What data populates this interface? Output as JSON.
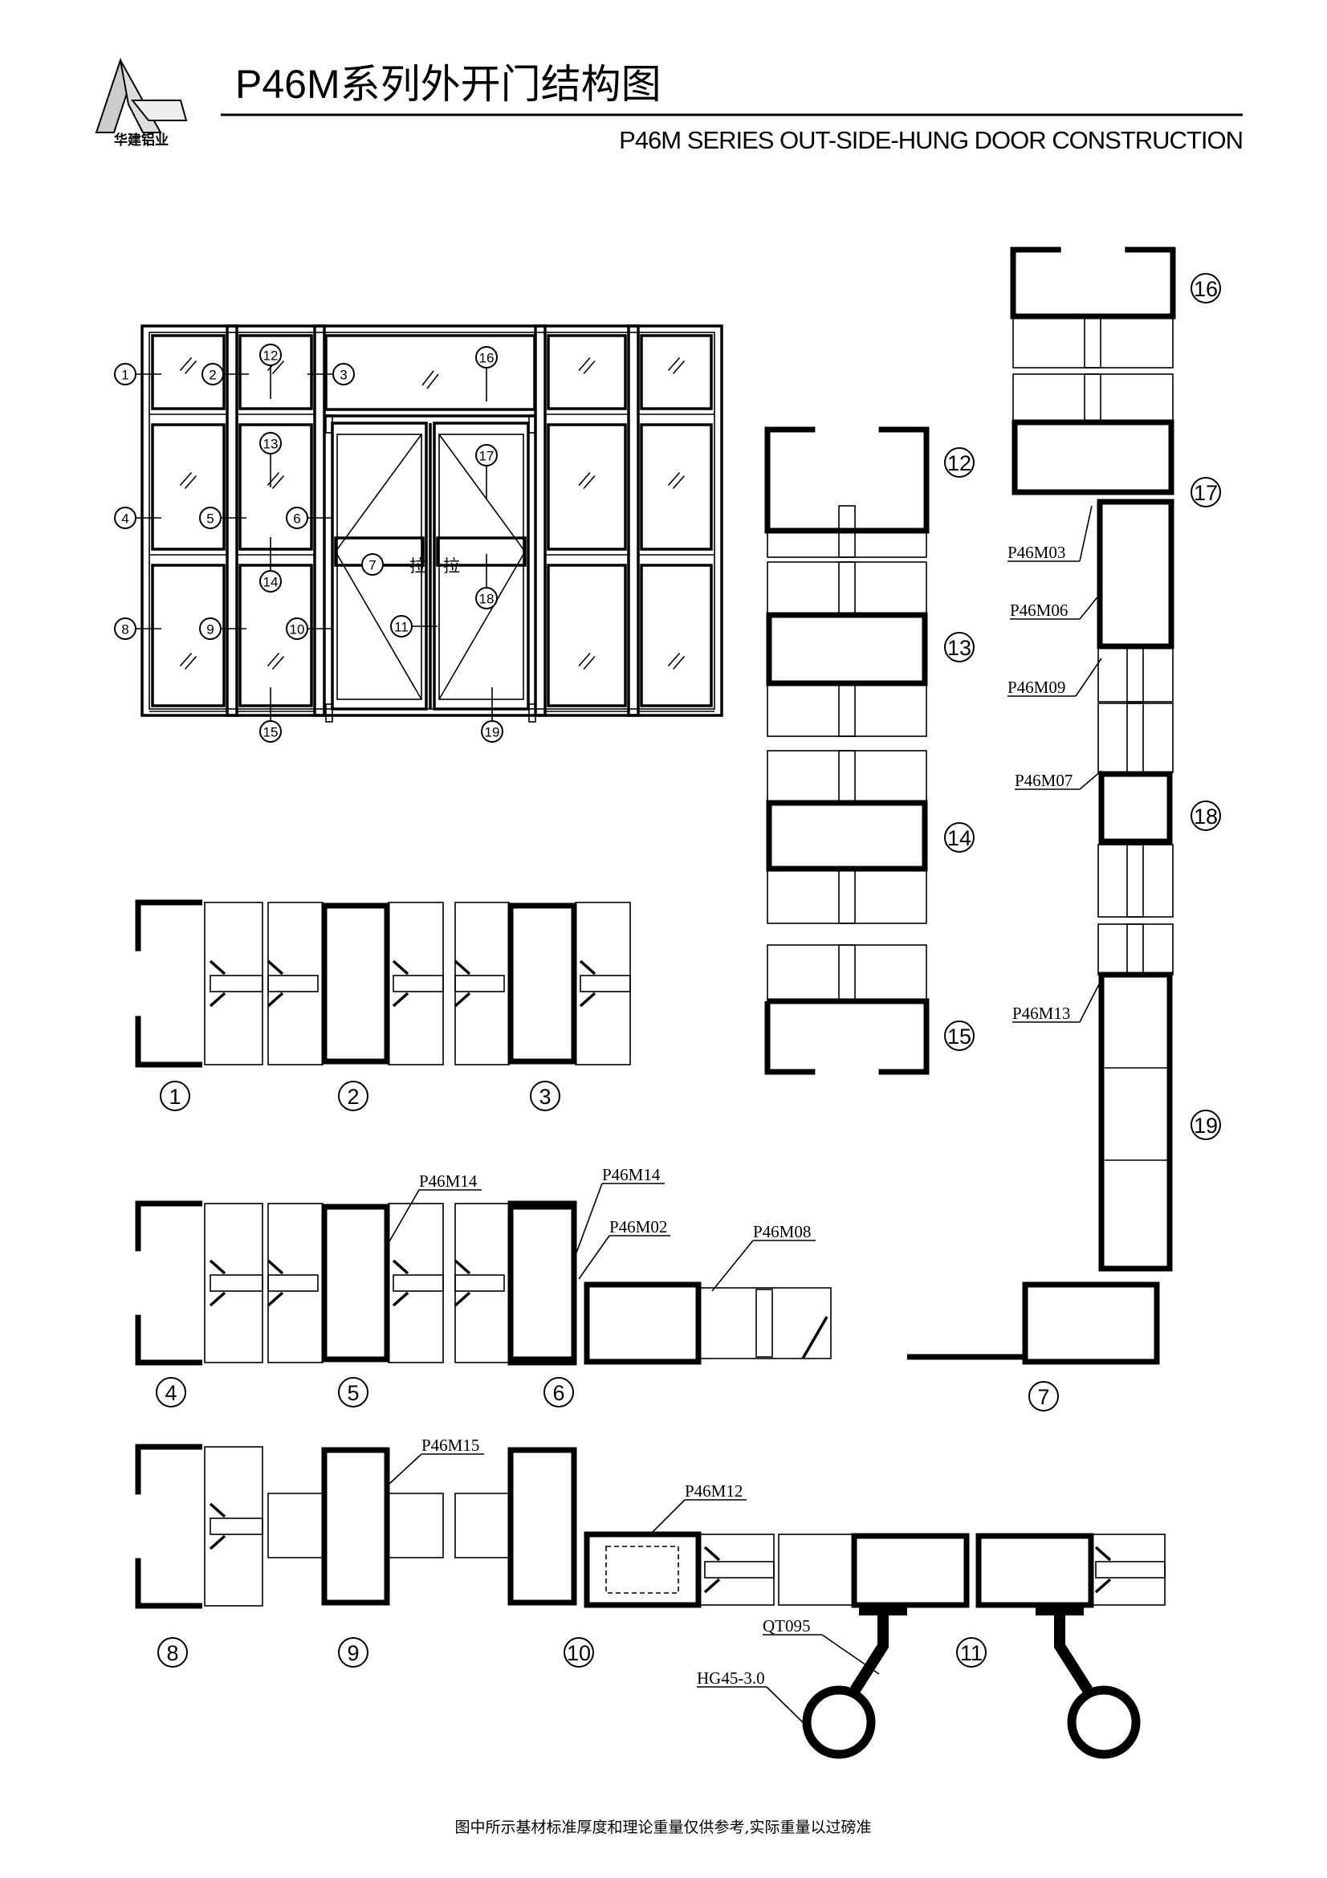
{
  "header": {
    "title": "P46M系列外开门结构图",
    "subtitle": "P46M SERIES OUT-SIDE-HUNG  DOOR CONSTRUCTION",
    "logo_text": "华建铝业"
  },
  "callouts": [
    "1",
    "2",
    "3",
    "4",
    "5",
    "6",
    "7",
    "8",
    "9",
    "10",
    "11",
    "12",
    "13",
    "14",
    "15",
    "16",
    "17",
    "18",
    "19"
  ],
  "handle_text": "拉",
  "profile_labels": {
    "p46m03": "P46M03",
    "p46m06": "P46M06",
    "p46m09": "P46M09",
    "p46m07": "P46M07",
    "p46m13": "P46M13",
    "p46m14": "P46M14",
    "p46m02": "P46M02",
    "p46m08": "P46M08",
    "p46m15": "P46M15",
    "p46m12": "P46M12",
    "qt095": "QT095",
    "hg45": "HG45-3.0"
  },
  "footer": "图中所示基材标准厚度和理论重量仅供参考,实际重量以过磅准"
}
